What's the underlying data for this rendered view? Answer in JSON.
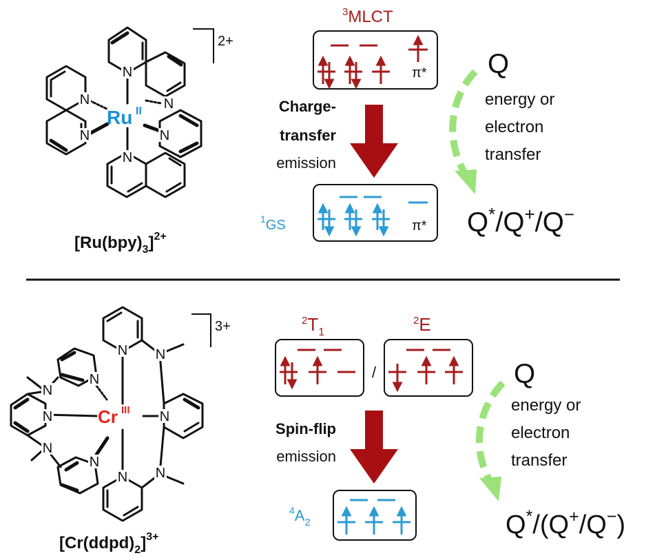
{
  "colors": {
    "ru_metal": "#1d8fd8",
    "cr_metal": "#e8231d",
    "excited": "#a51c1c",
    "ground": "#2b9bd4",
    "arrow": "#a80f12",
    "quench": "#9be27a",
    "text": "#111111"
  },
  "top": {
    "complex_label": "[Ru(bpy)3]2+",
    "complex_label_main": "[Ru(bpy)",
    "complex_label_sub": "3",
    "complex_label_close": "]",
    "complex_label_sup": "2+",
    "charge": "2+",
    "metal": "Ru",
    "oxidation_state": "II",
    "excited_state_sup": "3",
    "excited_state": "MLCT",
    "ground_state_sup": "1",
    "ground_state": "GS",
    "pi_star": "π*",
    "emission_line1": "Charge-",
    "emission_line2": "transfer",
    "emission_line3": "emission",
    "quencher": "Q",
    "quench_line1": "energy or",
    "quench_line2": "electron",
    "quench_line3": "transfer",
    "product": "Q*/Q+/Q−",
    "product_p1": "Q",
    "product_s1": "*",
    "product_p2": "/Q",
    "product_s2": "+",
    "product_p3": "/Q",
    "product_s3": "−"
  },
  "bottom": {
    "complex_label": "[Cr(ddpd)2]3+",
    "complex_label_main": "[Cr(ddpd)",
    "complex_label_sub": "2",
    "complex_label_close": "]",
    "complex_label_sup": "3+",
    "charge": "3+",
    "metal": "Cr",
    "oxidation_state": "III",
    "state_a_sup": "2",
    "state_a": "T",
    "state_a_sub": "1",
    "separator": "/",
    "state_b_sup": "2",
    "state_b": "E",
    "ground_state_sup": "4",
    "ground_state": "A",
    "ground_state_sub": "2",
    "emission_line1": "Spin-flip",
    "emission_line2": "emission",
    "quencher": "Q",
    "quench_line1": "energy or",
    "quench_line2": "electron",
    "quench_line3": "transfer",
    "product": "Q*/(Q+/Q−)",
    "product_p1": "Q",
    "product_s1": "*",
    "product_p2": "/(Q",
    "product_s2": "+",
    "product_p3": "/Q",
    "product_s3": "−",
    "product_p4": ")"
  },
  "atom_label": "N"
}
